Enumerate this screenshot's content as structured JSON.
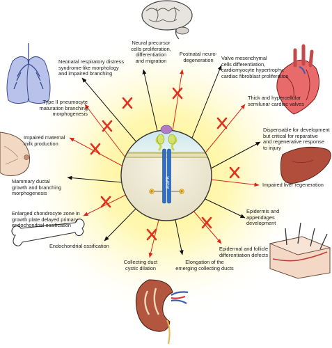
{
  "center": {
    "receptor_label": "EGFR",
    "phospho_label": "P"
  },
  "effects": {
    "neural_precursor": "Neural precursor\ncells proliferation,\ndifferentiation\nand migration",
    "postnatal_neuro": "Postnatal neuro-\ndegeneration",
    "neonatal_respiratory": "Neonatal respiratory distress\nsyndrome-like morphology\nand impaired branching",
    "type2_pneumocyte": "Type II pneumocyte\nmaturation branching\nmorphogenesis",
    "impaired_milk": "Impaired maternal\nmilk production",
    "mammary_ductal": "Mammary ductal\ngrowth and branching\nmorphogenesis",
    "enlarged_chondrocyte": "Enlarged chondrocyte zone in\ngrowth plate delayed primary\nendochondrial ossification",
    "endochondral_ossification": "Endochondrial ossification",
    "collecting_duct_dilation": "Collecting duct\ncystic dilation",
    "collecting_duct_elongation": "Elongation of the\nemerging collecting ducts",
    "epidermal_follicle": "Epidermal and follicle\ndifferentiation defects",
    "epidermis_development": "Epidermis and\nappendages\ndevelopment",
    "impaired_liver": "Impaired liver regeneration",
    "liver_dispensable": "Dispensable for development\nbut  critical for reparative\nand regenerative response\nto injury",
    "cardiac_valves": "Thick and hypercellular\nsemilunar cardiac valves",
    "valve_mesenchymal": "Valve mesenchymal\ncells differentiation,\ncardiomyocyte hypertrophy,\ncardiac fibroblast proliferation"
  },
  "colors": {
    "glow": "#fff27a",
    "arrow_black": "#111111",
    "arrow_red": "#d8281a",
    "cross_red": "#e0321e",
    "receptor_blue": "#2f6fc4",
    "ligand_purple": "#b07cc6",
    "phospho_yellow": "#f2c94c",
    "membrane": "#c9c58a"
  },
  "icons": [
    "brain-icon",
    "lungs-icon",
    "heart-icon",
    "breast-icon",
    "liver-icon",
    "bone-icon",
    "skin-icon",
    "kidney-icon"
  ]
}
